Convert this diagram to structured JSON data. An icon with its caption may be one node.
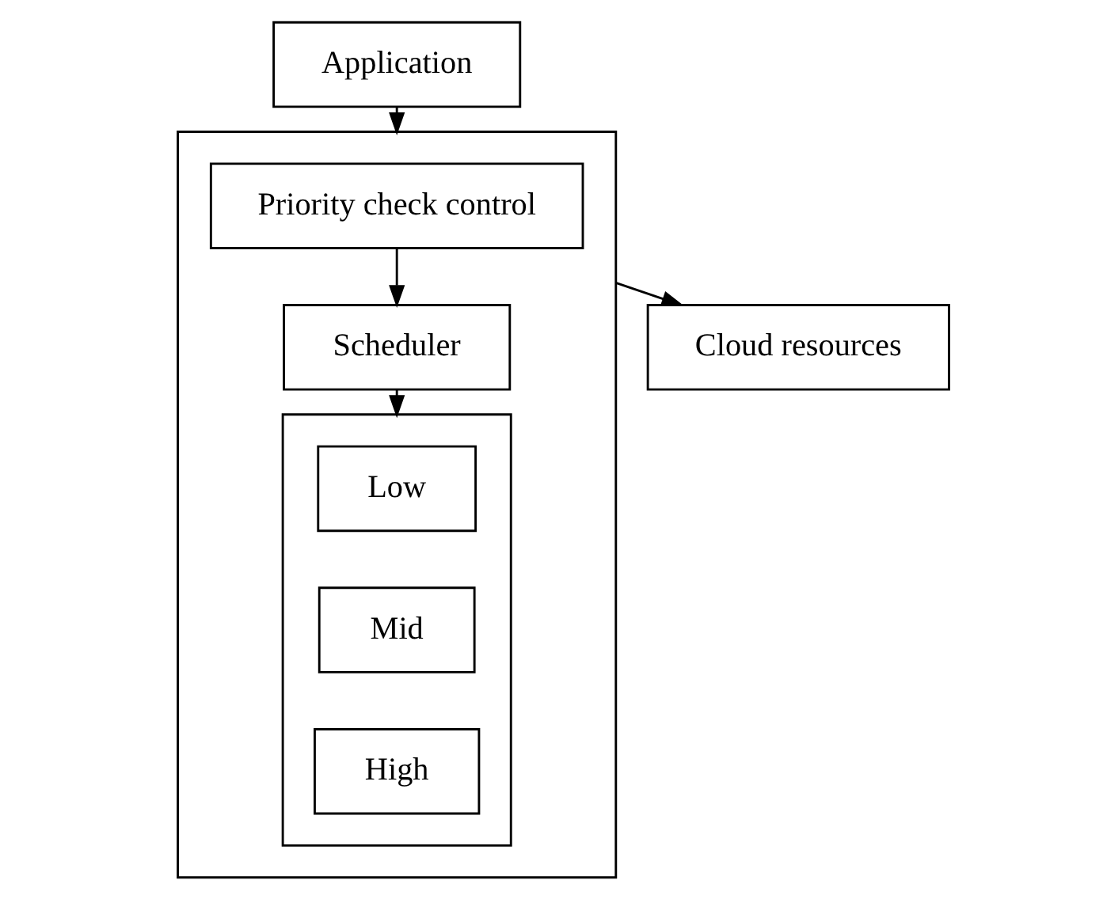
{
  "diagram": {
    "nodes": [
      {
        "text": [],
        "shape": "box"
      },
      {
        "text": [
          "Application"
        ]
      },
      {
        "text": [
          "Priority check control"
        ],
        "in": 0
      },
      {
        "text": [
          "Scheduler"
        ],
        "in": 0
      },
      {
        "text": [],
        "shape": "box",
        "in": 0
      },
      {
        "text": [
          "Low"
        ],
        "in": 4
      },
      {
        "text": [
          "Mid"
        ],
        "in": 4
      },
      {
        "text": [
          "High"
        ],
        "in": 4
      },
      {
        "text": [
          "Cloud resources"
        ]
      }
    ],
    "edges": [
      {
        "from": 1,
        "to": 0,
        "arrow": "to"
      },
      {
        "from": 2,
        "to": 3,
        "arrow": "to"
      },
      {
        "from": 3,
        "to": 4,
        "arrow": "to"
      },
      {
        "from": 0,
        "to": 8,
        "arrow": "to"
      }
    ]
  }
}
